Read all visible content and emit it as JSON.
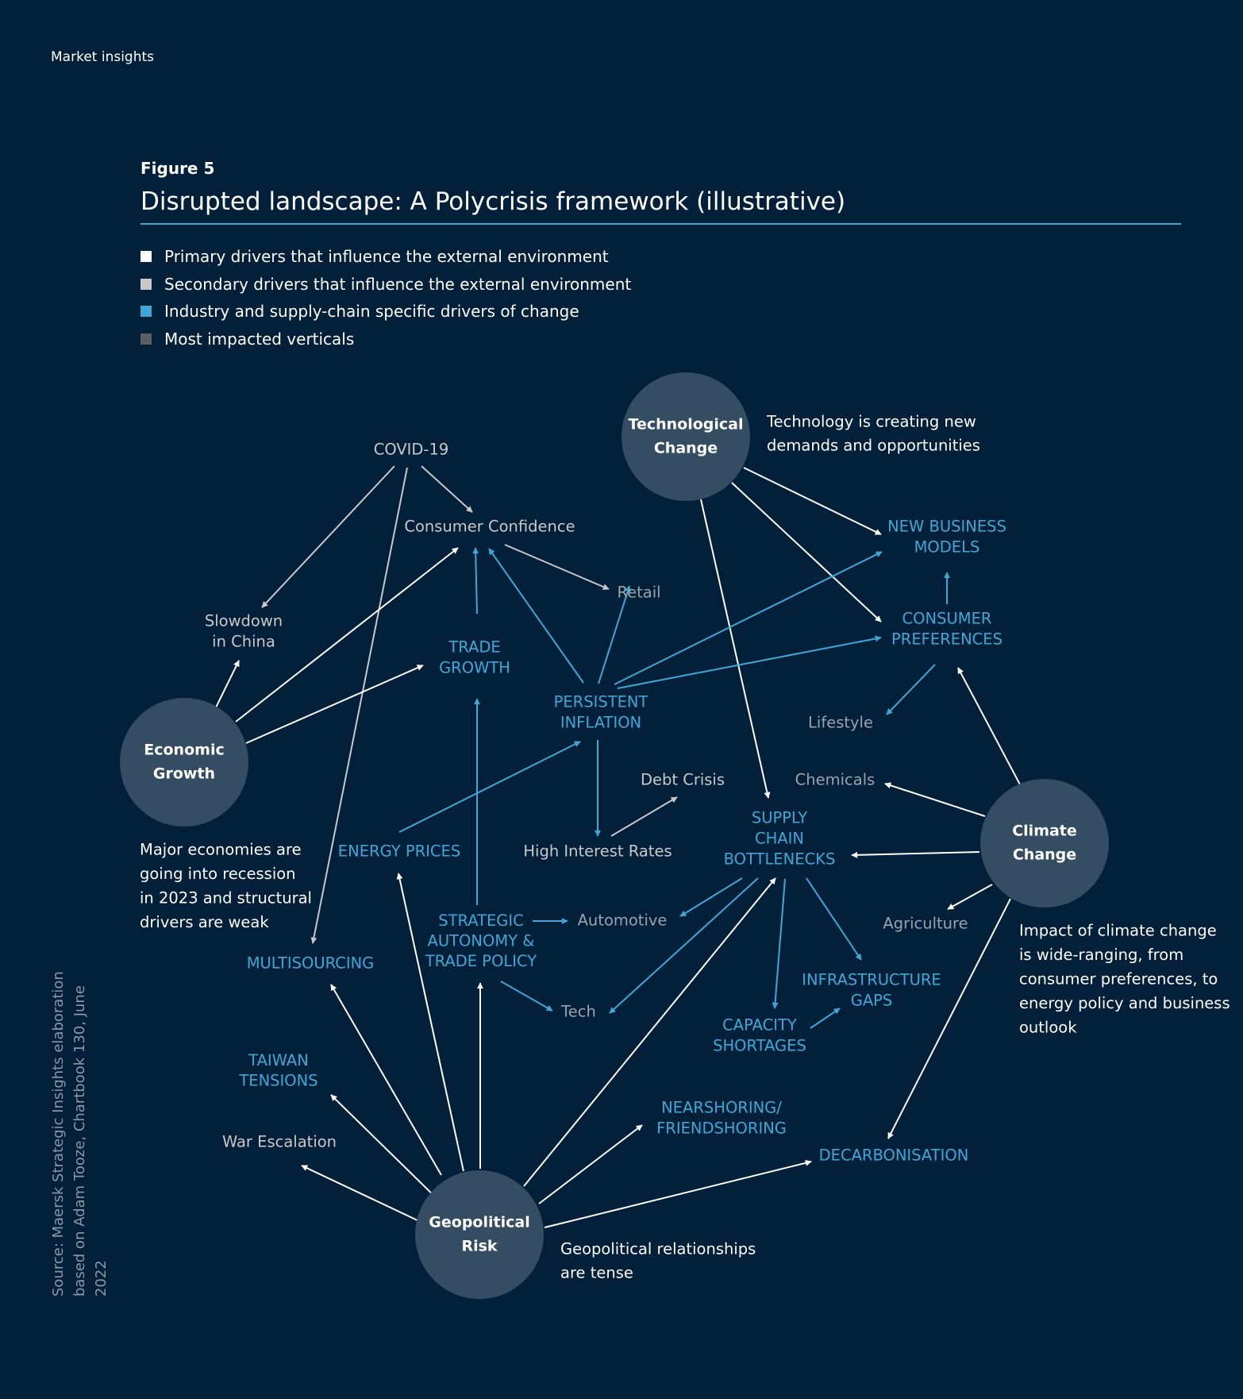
{
  "header": {
    "section": "Market insights"
  },
  "figure": {
    "number": "Figure 5",
    "title": "Disrupted landscape: A Polycrisis framework (illustrative)"
  },
  "legend": [
    {
      "label": "Primary drivers that influence the external environment",
      "color": "#ffffff"
    },
    {
      "label": "Secondary drivers that influence the external environment",
      "color": "#c8c8c8"
    },
    {
      "label": "Industry and supply-chain specific drivers of change",
      "color": "#3fa7d6"
    },
    {
      "label": "Most impacted verticals",
      "color": "#5e5e5e"
    }
  ],
  "colors": {
    "background": "#03203a",
    "primary": "#ffffff",
    "secondary": "#c8c8c8",
    "industry": "#3fa7d6",
    "vertical": "#9aa3ad",
    "circle": "#344d63"
  },
  "drivers": {
    "tech": {
      "name": [
        "Technological",
        "Change"
      ],
      "note": [
        "Technology is creating new",
        "demands and opportunities"
      ]
    },
    "econ": {
      "name": [
        "Economic",
        "Growth"
      ],
      "note": [
        "Major economies are",
        "going into recession",
        "in 2023 and structural",
        "drivers are weak"
      ]
    },
    "climate": {
      "name": [
        "Climate",
        "Change"
      ],
      "note": [
        "Impact of climate change",
        "is wide-ranging, from",
        "consumer preferences, to",
        "energy policy and business",
        "outlook"
      ]
    },
    "geo": {
      "name": [
        "Geopolitical",
        "Risk"
      ],
      "note": [
        "Geopolitical relationships",
        "are tense"
      ]
    }
  },
  "labels": {
    "covid": [
      "COVID-19"
    ],
    "confidence": [
      "Consumer Confidence"
    ],
    "retail": [
      "Retail"
    ],
    "china": [
      "Slowdown",
      "in China"
    ],
    "trade": [
      "TRADE",
      "GROWTH"
    ],
    "inflation": [
      "PERSISTENT",
      "INFLATION"
    ],
    "newbiz": [
      "NEW BUSINESS",
      "MODELS"
    ],
    "consumer": [
      "CONSUMER",
      "PREFERENCES"
    ],
    "lifestyle": [
      "Lifestyle"
    ],
    "chemicals": [
      "Chemicals"
    ],
    "debt": [
      "Debt Crisis"
    ],
    "rates": [
      "High Interest Rates"
    ],
    "supply": [
      "SUPPLY",
      "CHAIN",
      "BOTTLENECKS"
    ],
    "energy": [
      "ENERGY PRICES"
    ],
    "strategic": [
      "STRATEGIC",
      "AUTONOMY &",
      "TRADE POLICY"
    ],
    "automotive": [
      "Automotive"
    ],
    "agriculture": [
      "Agriculture"
    ],
    "multi": [
      "MULTISOURCING"
    ],
    "infra": [
      "INFRASTRUCTURE",
      "GAPS"
    ],
    "tech_v": [
      "Tech"
    ],
    "capacity": [
      "CAPACITY",
      "SHORTAGES"
    ],
    "taiwan": [
      "TAIWAN",
      "TENSIONS"
    ],
    "near": [
      "NEARSHORING/",
      "FRIENDSHORING"
    ],
    "war": [
      "War Escalation"
    ],
    "decarb": [
      "DECARBONISATION"
    ]
  },
  "source": [
    "Source: Maersk Strategic Insights elaboration",
    "based on Adam Tooze, Chartbook 130, June 2022"
  ]
}
